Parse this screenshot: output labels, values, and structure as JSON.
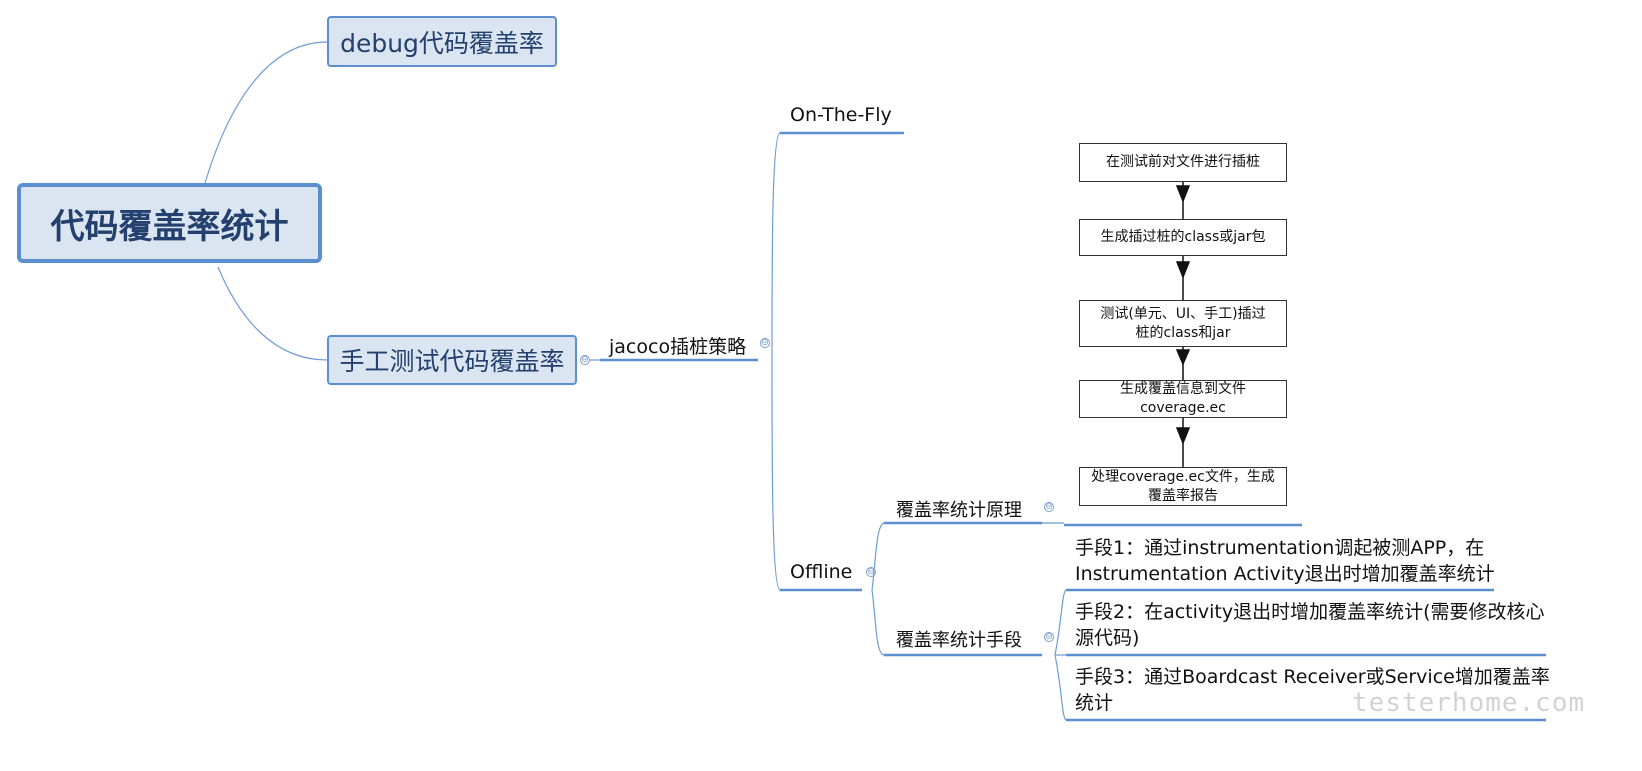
{
  "root": {
    "label": "代码覆盖率统计"
  },
  "branches": {
    "debug": "debug代码覆盖率",
    "manual": "手工测试代码覆盖率",
    "strategy": "jacoco插桩策略",
    "on_the_fly": "On-The-Fly",
    "offline": "Offline",
    "principle": "覆盖率统计原理",
    "methods_label": "覆盖率统计手段"
  },
  "toggle_symbol": "⊖",
  "methods": [
    {
      "line1": "手段1：通过instrumentation调起被测APP，在",
      "line2": "Instrumentation Activity退出时增加覆盖率统计"
    },
    {
      "line1": "手段2：在activity退出时增加覆盖率统计(需要修改核心",
      "line2": "源代码)"
    },
    {
      "line1": "手段3：通过Boardcast Receiver或Service增加覆盖率",
      "line2": "统计"
    }
  ],
  "flow_steps": [
    {
      "line1": "在测试前对文件进行插桩",
      "line2": ""
    },
    {
      "line1": "生成插过桩的class或jar包",
      "line2": ""
    },
    {
      "line1": "测试(单元、UI、手工)插过",
      "line2": "桩的class和jar"
    },
    {
      "line1": "生成覆盖信息到文件",
      "line2": "coverage.ec"
    },
    {
      "line1": "处理coverage.ec文件，生成",
      "line2": "覆盖率报告"
    }
  ],
  "watermark": "testerhome.com",
  "colors": {
    "line": "#5b8fcf",
    "node_fill": "#dbe5f1",
    "node_text": "#23406e"
  }
}
